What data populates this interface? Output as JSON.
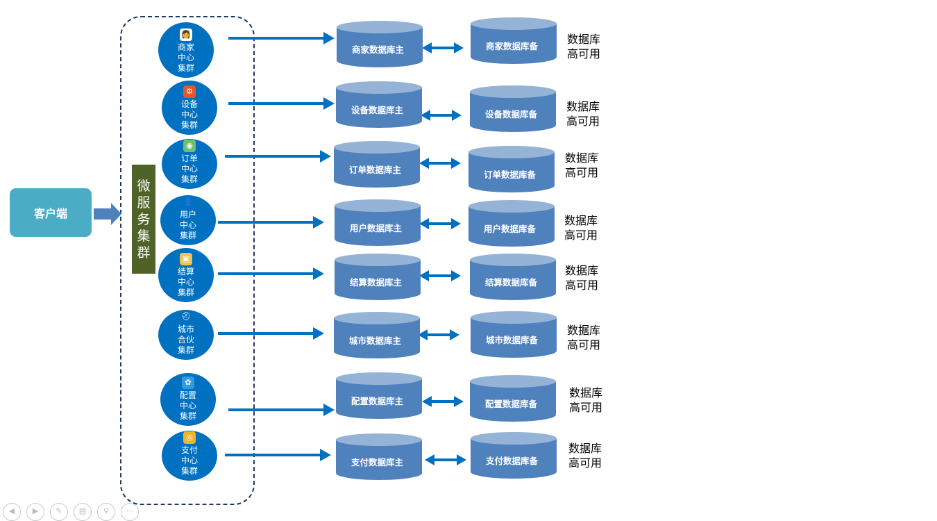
{
  "client": {
    "label": "客户端"
  },
  "cluster": {
    "label": "微服务集群"
  },
  "rows": [
    {
      "service": "商家中心集群",
      "icon": "merchant-person-icon",
      "icon_glyph": "👩",
      "icon_bg": "#ffffff",
      "master": "商家数据库主",
      "backup": "商家数据库备",
      "ha": "数据库高可用"
    },
    {
      "service": "设备中心集群",
      "icon": "device-icon",
      "icon_glyph": "⚙",
      "icon_bg": "#e05a2a",
      "master": "设备数据库主",
      "backup": "设备数据库备",
      "ha": "数据库高可用"
    },
    {
      "service": "订单中心集群",
      "icon": "order-icon",
      "icon_glyph": "◉",
      "icon_bg": "#6fbf73",
      "master": "订单数据库主",
      "backup": "订单数据库备",
      "ha": "数据库高可用"
    },
    {
      "service": "用户中心集群",
      "icon": "user-icon",
      "icon_glyph": "👤",
      "icon_bg": "#0070c0",
      "master": "用户数据库主",
      "backup": "用户数据库备",
      "ha": "数据库高可用"
    },
    {
      "service": "结算中心集群",
      "icon": "settlement-icon",
      "icon_glyph": "▣",
      "icon_bg": "#f2c14e",
      "master": "结算数据库主",
      "backup": "结算数据库备",
      "ha": "数据库高可用"
    },
    {
      "service": "城市合伙集群",
      "icon": "city-partner-icon",
      "icon_glyph": "⛑",
      "icon_bg": "#0070c0",
      "master": "城市数据库主",
      "backup": "城市数据库备",
      "ha": "数据库高可用"
    },
    {
      "service": "配置中心集群",
      "icon": "config-gear-icon",
      "icon_glyph": "✿",
      "icon_bg": "#2e9be6",
      "master": "配置数据库主",
      "backup": "配置数据库备",
      "ha": "数据库高可用"
    },
    {
      "service": "支付中心集群",
      "icon": "payment-coins-icon",
      "icon_glyph": "◎",
      "icon_bg": "#f0b429",
      "master": "支付数据库主",
      "backup": "支付数据库备",
      "ha": "数据库高可用"
    }
  ],
  "colors": {
    "client": "#4bacc6",
    "cluster_label": "#4f6228",
    "service": "#0070c0",
    "db_body": "#4f81bd",
    "db_top": "#95b3d7",
    "arrow": "#0070c0"
  },
  "toolbar": [
    "prev-icon",
    "next-icon",
    "pen-icon",
    "slides-icon",
    "zoom-icon",
    "more-icon"
  ]
}
